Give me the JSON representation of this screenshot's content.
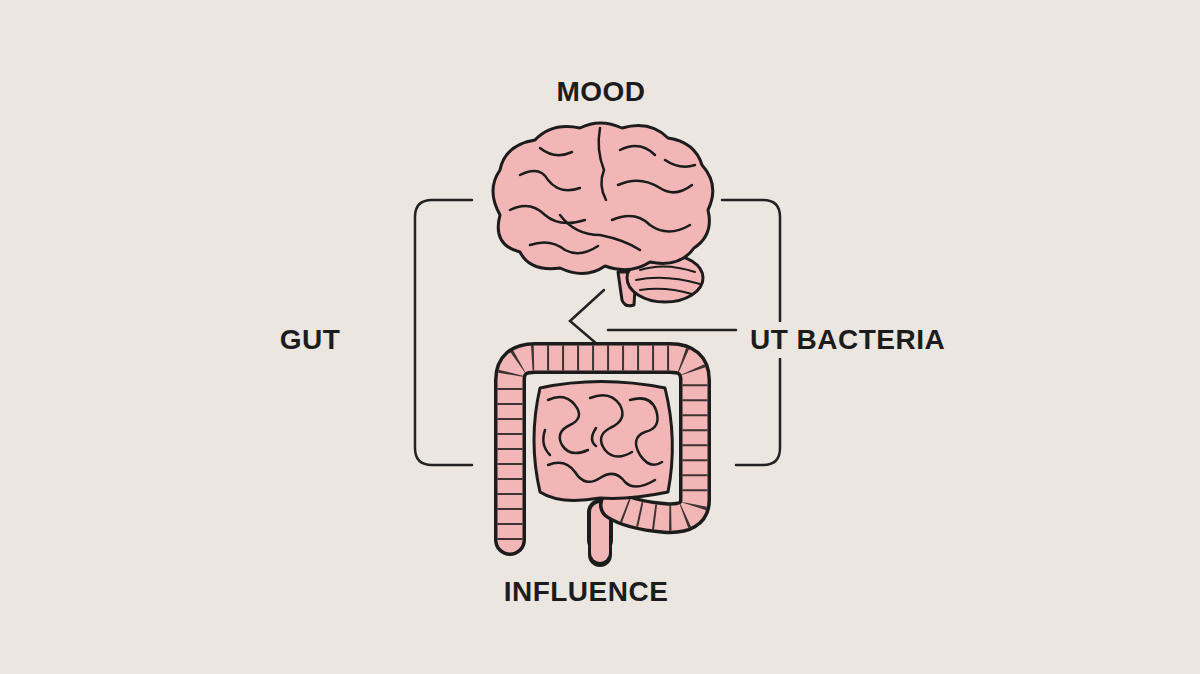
{
  "diagram": {
    "labels": [
      "MOOD",
      "GUT",
      "UT BACTERIA",
      "INFLUENCE"
    ]
  }
}
